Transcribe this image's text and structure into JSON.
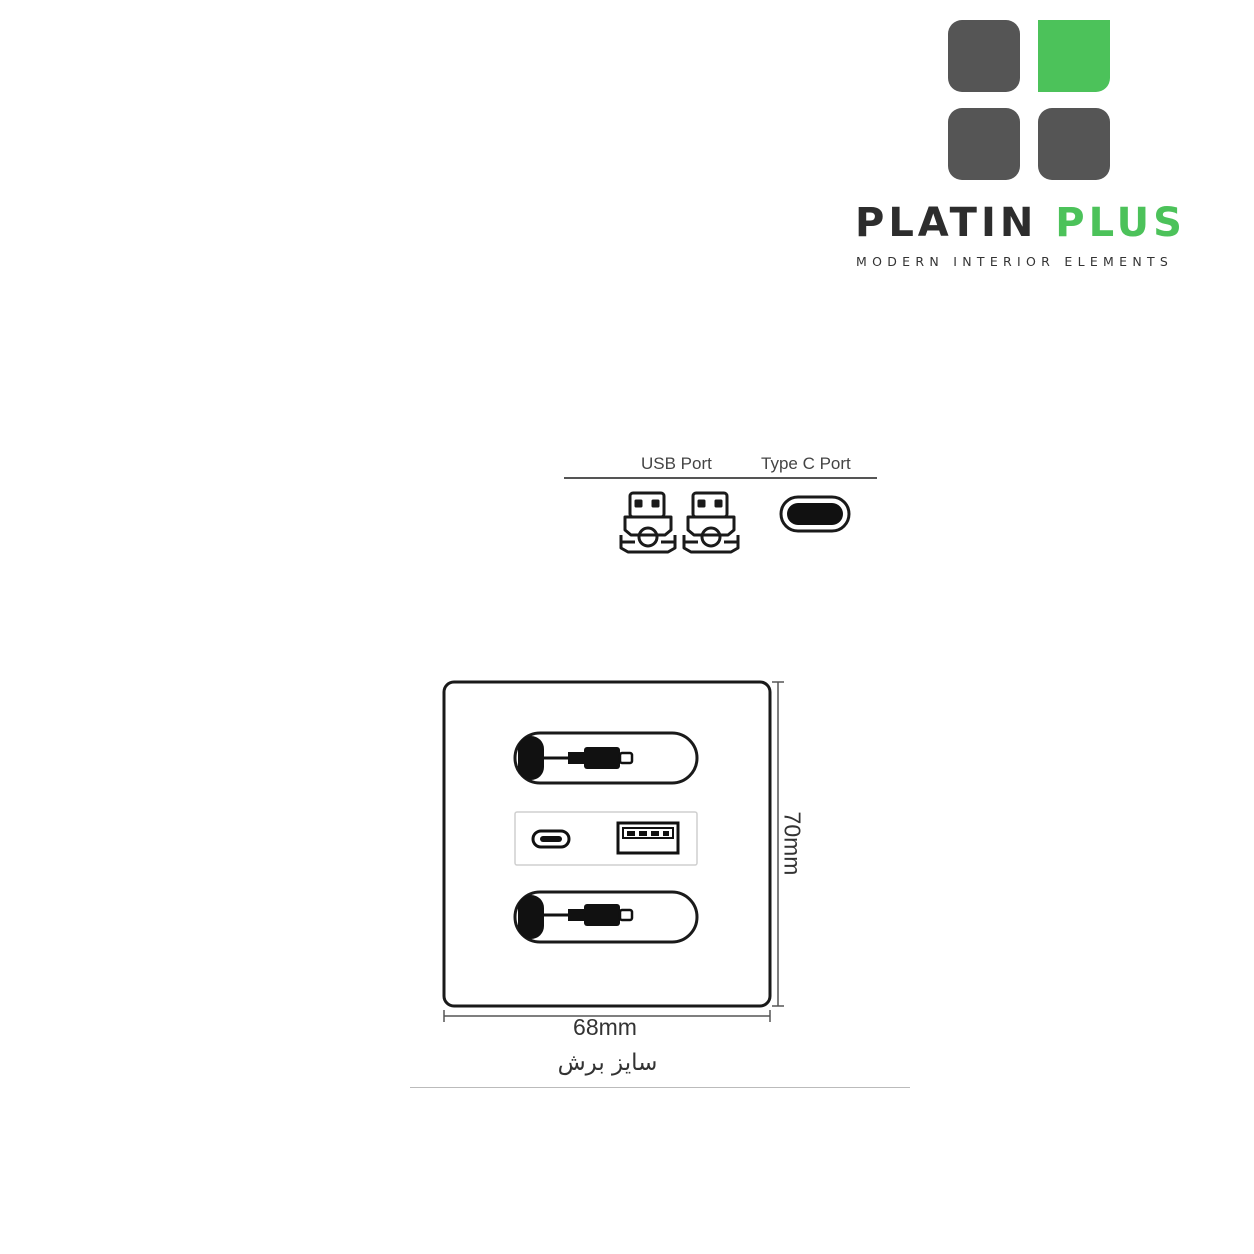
{
  "brand": {
    "name_part1": "PLATIN",
    "name_part2": "PLUS",
    "tagline": "MODERN INTERIOR ELEMENTS",
    "colors": {
      "dark": "#555555",
      "accent": "#4cc25a"
    }
  },
  "legend": {
    "usb_label": "USB Port",
    "typec_label": "Type C Port",
    "icons": [
      "usb-plug-icon",
      "usb-plug-icon",
      "type-c-port-icon"
    ]
  },
  "plate": {
    "width_label": "68mm",
    "height_label": "70mm",
    "cut_size_label": "سایز برش",
    "modules": [
      "retractable-cable-module",
      "type-c-and-usb-module",
      "retractable-cable-module"
    ]
  }
}
